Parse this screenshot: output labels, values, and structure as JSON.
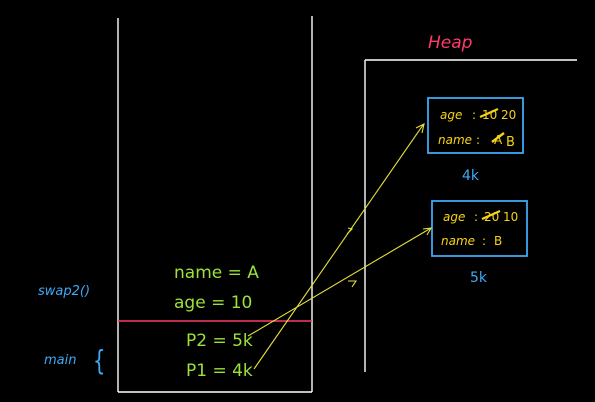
{
  "heap": {
    "title": "Heap",
    "objects": [
      {
        "address": "4k",
        "fields": [
          {
            "key": "age",
            "sep": ":",
            "old": "10",
            "new": "20"
          },
          {
            "key": "name",
            "sep": ":",
            "old": "A",
            "new": "B"
          }
        ]
      },
      {
        "address": "5k",
        "fields": [
          {
            "key": "age",
            "sep": ":",
            "old": "20",
            "new": "10"
          },
          {
            "key": "name",
            "sep": ":",
            "old": "",
            "new": "B"
          }
        ]
      }
    ]
  },
  "stack": {
    "frames": [
      {
        "label": "swap2()",
        "entries": [
          "name = A",
          "age = 10"
        ]
      },
      {
        "label": "main",
        "brace": "{",
        "entries": [
          "P2 = 5k",
          "P1 = 4k"
        ]
      }
    ]
  },
  "colors": {
    "background": "#000000",
    "outline": "#ffffff",
    "heap_title": "#ff3b6b",
    "frame_divider": "#ff3b6b",
    "heap_box": "#3fa9f5",
    "heap_text": "#f5d218",
    "strike": "#f5d218",
    "address": "#3fa9f5",
    "stack_text": "#9be23a",
    "frame_label": "#3fa9f5",
    "pointer": "#e8e13a"
  }
}
